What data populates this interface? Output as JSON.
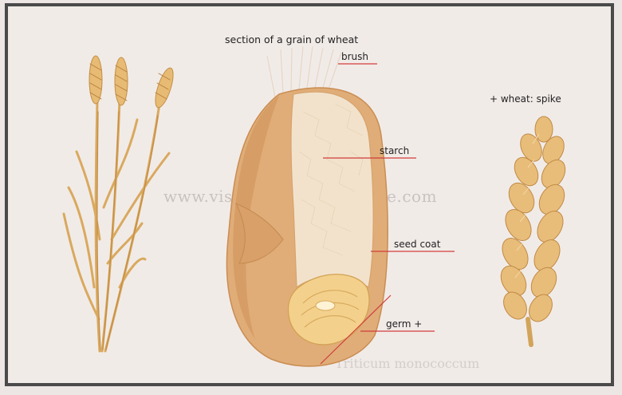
{
  "diagram": {
    "title": "section of a grain of wheat",
    "labels": {
      "brush": "brush",
      "starch": "starch",
      "seed_coat": "seed coat",
      "germ": "germ +",
      "spike": "+ wheat: spike"
    },
    "watermark": "www.visualdictionaryonline.com",
    "background_text": "Triticum monococcum",
    "colors": {
      "grain_outer": "#e2b483",
      "grain_inner": "#f1dcc3",
      "starch": "#f3e3cf",
      "germ": "#f2cf88",
      "stem": "#d8a85c",
      "leader_line": "#d23c3c",
      "frame": "#4a4a4a"
    }
  }
}
